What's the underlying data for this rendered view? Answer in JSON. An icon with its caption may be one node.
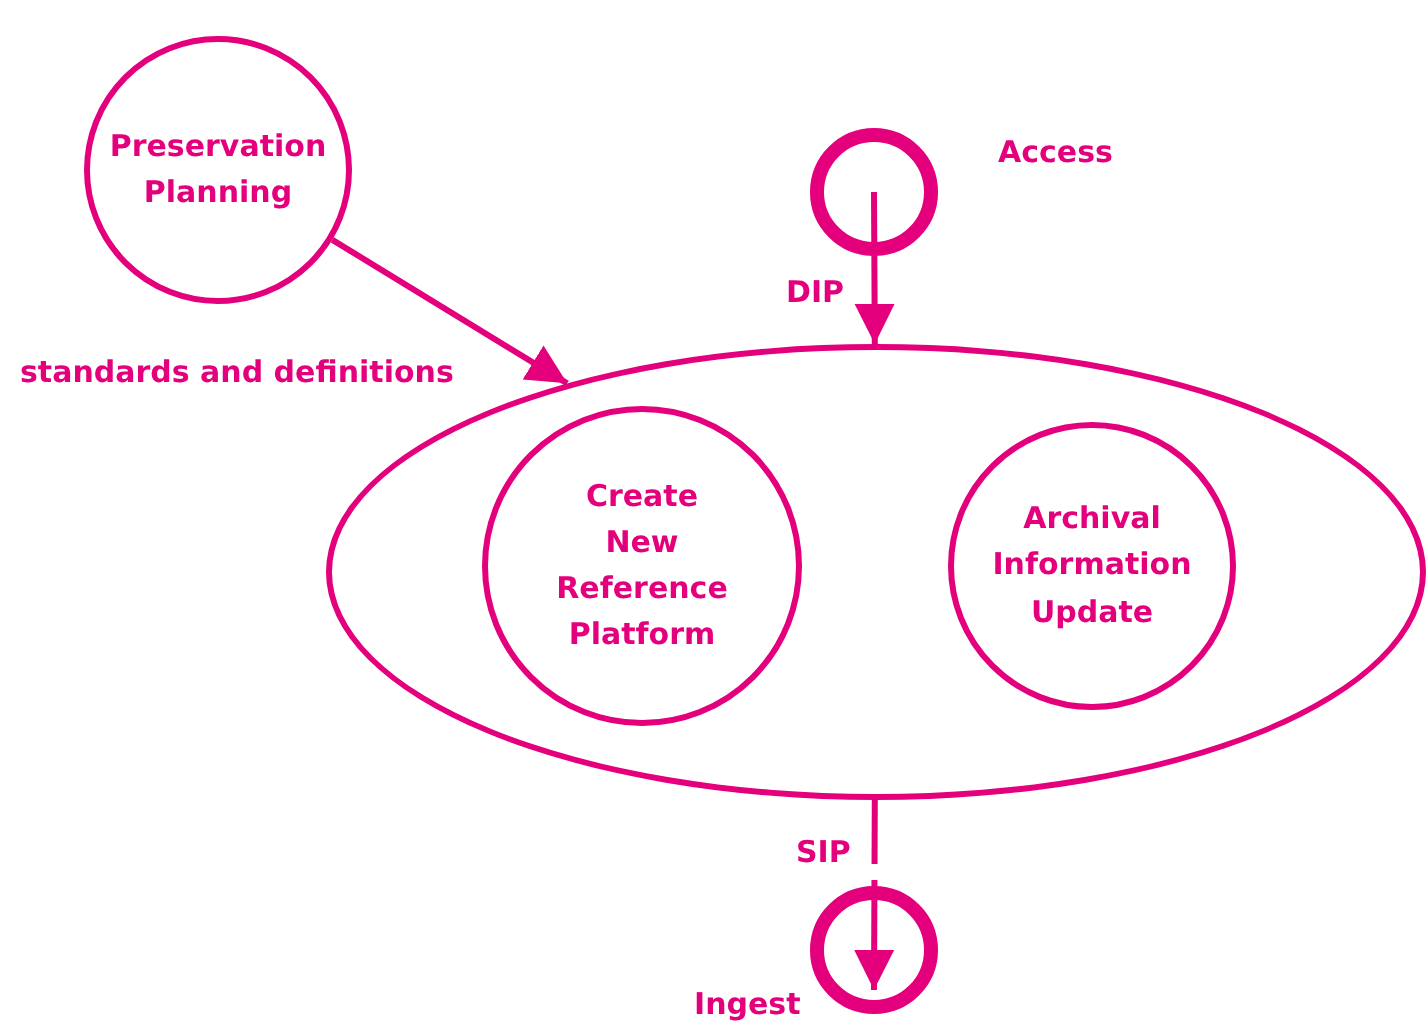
{
  "diagram": {
    "nodes": [
      {
        "text": [
          "Preservation Planning"
        ]
      },
      {
        "text": [
          "Access"
        ]
      },
      {
        "text": [],
        "shape": "ellipse"
      },
      {
        "text": [
          "Create New Reference Platform"
        ],
        "in": 2
      },
      {
        "text": [
          "Archival Information Update"
        ],
        "in": 2
      },
      {
        "text": [
          "Ingest"
        ]
      }
    ],
    "edges": [
      {
        "from": 0,
        "to": 2,
        "arrow": "to",
        "label": "standards and definitions"
      },
      {
        "from": 1,
        "to": 2,
        "arrow": "to",
        "label": "DIP"
      },
      {
        "from": 2,
        "to": 5,
        "arrow": "to",
        "label": "SIP"
      }
    ]
  }
}
